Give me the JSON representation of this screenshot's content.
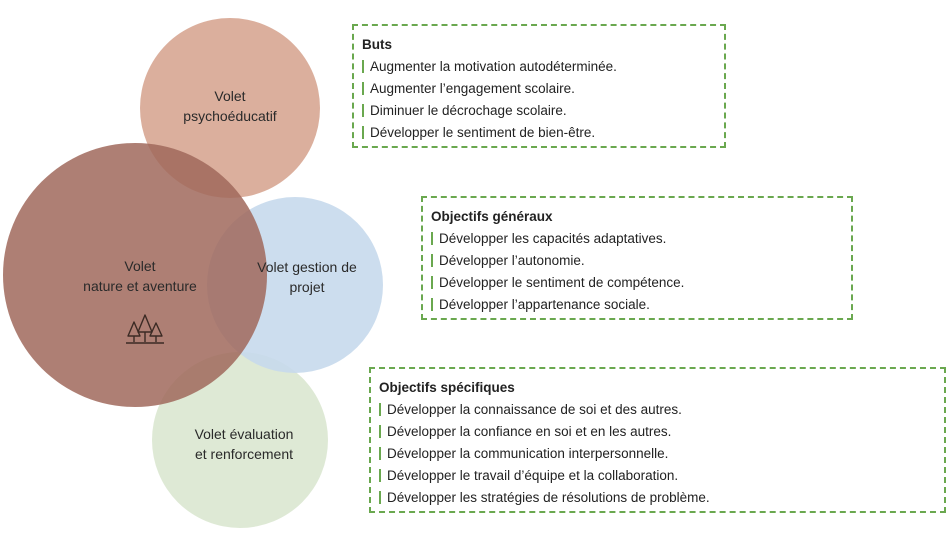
{
  "circles": {
    "psycho": {
      "line1": "Volet",
      "line2": "psychoéducatif"
    },
    "nature": {
      "line1": "Volet",
      "line2": "nature et aventure"
    },
    "gestion": {
      "line1": "Volet gestion de",
      "line2": "projet"
    },
    "evaluation": {
      "line1": "Volet évaluation",
      "line2": "et renforcement"
    }
  },
  "icons": {
    "nature": "forest-trees-icon"
  },
  "boxes": {
    "buts": {
      "title": "Buts",
      "items": [
        "Augmenter la motivation autodéterminée.",
        "Augmenter l’engagement scolaire.",
        "Diminuer le décrochage scolaire.",
        "Développer le sentiment de bien-être."
      ]
    },
    "generaux": {
      "title": "Objectifs généraux",
      "items": [
        "Développer les capacités adaptatives.",
        "Développer l’autonomie.",
        "Développer le sentiment de compétence.",
        "Développer l’appartenance sociale."
      ]
    },
    "specifiques": {
      "title": "Objectifs spécifiques",
      "items": [
        "Développer la connaissance de soi et des autres.",
        "Développer la confiance en soi et en les autres.",
        "Développer la communication interpersonnelle.",
        "Développer le travail d’équipe et la collaboration.",
        "Développer les stratégies de résolutions de problème."
      ]
    }
  },
  "colors": {
    "psycho": "#d9ab98",
    "nature": "#a0695c",
    "gestion": "#c7d9ec",
    "evaluation": "#dce8d3",
    "box_border": "#6aa84f"
  }
}
